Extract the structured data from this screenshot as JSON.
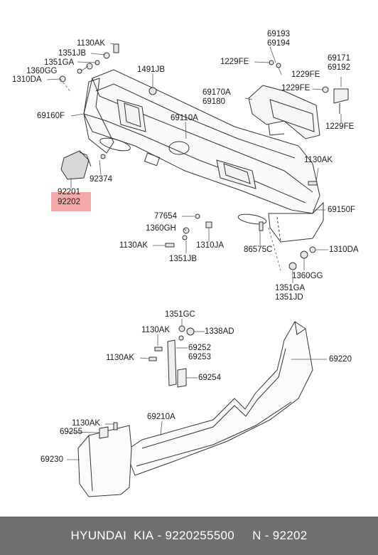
{
  "labels": {
    "l_1130AK_a": "1130AK",
    "l_1351JB_a": "1351JB",
    "l_1351GA_a": "1351GA",
    "l_1360GG_a": "1360GG",
    "l_1310DA_a": "1310DA",
    "l_69160F": "69160F",
    "l_1491JB": "1491JB",
    "l_69110A": "69110A",
    "l_69193": "69193",
    "l_69194": "69194",
    "l_1229FE_a": "1229FE",
    "l_1229FE_b": "1229FE",
    "l_69171": "69171",
    "l_69192": "69192",
    "l_1229FE_c": "1229FE",
    "l_69170A": "69170A",
    "l_69180": "69180",
    "l_1229FE_d": "1229FE",
    "l_92201": "92201",
    "l_92202": "92202",
    "l_92374": "92374",
    "l_1130AK_b": "1130AK",
    "l_69150F": "69150F",
    "l_77654": "77654",
    "l_1360GH": "1360GH",
    "l_1130AK_c": "1130AK",
    "l_1310JA": "1310JA",
    "l_1351JB_b": "1351JB",
    "l_86575C": "86575C",
    "l_1310DA_b": "1310DA",
    "l_1360GG_b": "1360GG",
    "l_1351GA_b": "1351GA",
    "l_1351JD": "1351JD",
    "l_1351GC": "1351GC",
    "l_1130AK_d": "1130AK",
    "l_1338AD": "1338AD",
    "l_69252": "69252",
    "l_69253": "69253",
    "l_1130AK_e": "1130AK",
    "l_69220": "69220",
    "l_69254": "69254",
    "l_69210A": "69210A",
    "l_1130AK_f": "1130AK",
    "l_69255": "69255",
    "l_69230": "69230"
  },
  "highlight_part": "92202",
  "footer": {
    "brand": "HYUNDAI  KIA",
    "separator": " - ",
    "part_number": "9220255500",
    "gap": "     ",
    "ref": "N - 92202"
  }
}
